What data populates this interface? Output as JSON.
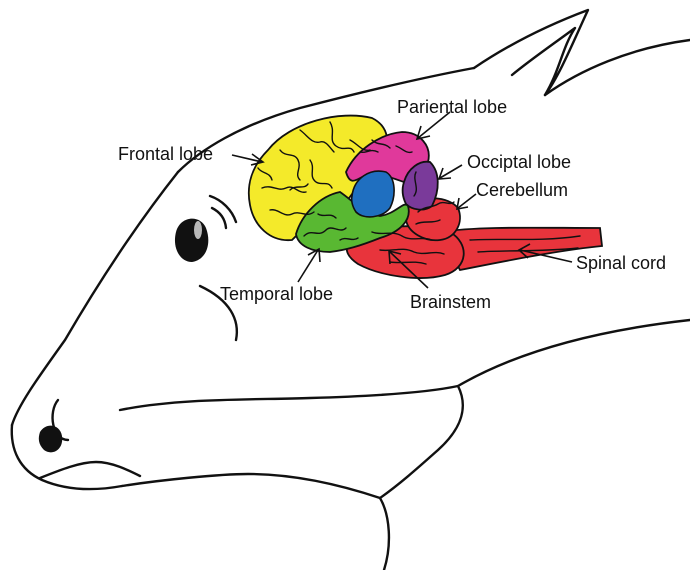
{
  "labels": {
    "frontal": "Frontal lobe",
    "parietal": "Pariental lobe",
    "occipital": "Occiptal lobe",
    "cerebellum": "Cerebellum",
    "spinal": "Spinal cord",
    "brainstem": "Brainstem",
    "temporal": "Temporal lobe"
  },
  "colors": {
    "frontal": "#f4ea2a",
    "parietal": "#e0399b",
    "occipital": "#7a3a9a",
    "inner": "#1f6fc0",
    "temporal": "#59b832",
    "cerebellum": "#e8343c",
    "brainstem": "#e8343c",
    "spinal": "#e8343c",
    "outline": "#111111"
  }
}
